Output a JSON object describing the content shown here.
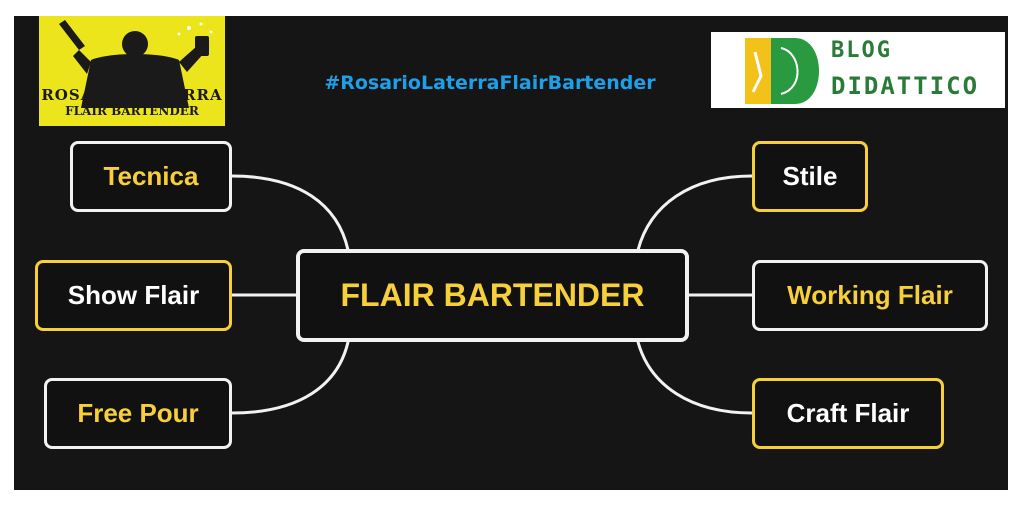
{
  "hashtag": "#RosarioLaterraFlairBartender",
  "poster": {
    "top_text": "ROSARIO LATERRA",
    "bottom_text": "FLAIR BARTENDER"
  },
  "blog_logo": {
    "line1": "BLOG",
    "line2": "DIDATTICO"
  },
  "diagram": {
    "center": "FLAIR BARTENDER",
    "left_nodes": [
      "Tecnica",
      "Show Flair",
      "Free Pour"
    ],
    "right_nodes": [
      "Stile",
      "Working Flair",
      "Craft Flair"
    ]
  },
  "colors": {
    "background": "#151515",
    "accent_yellow": "#f6cf3a",
    "border_white": "#f2f2f2",
    "hashtag_blue": "#1e9fe8",
    "logo_green": "#2a7a3a",
    "logo_yellow": "#f2c21b"
  }
}
